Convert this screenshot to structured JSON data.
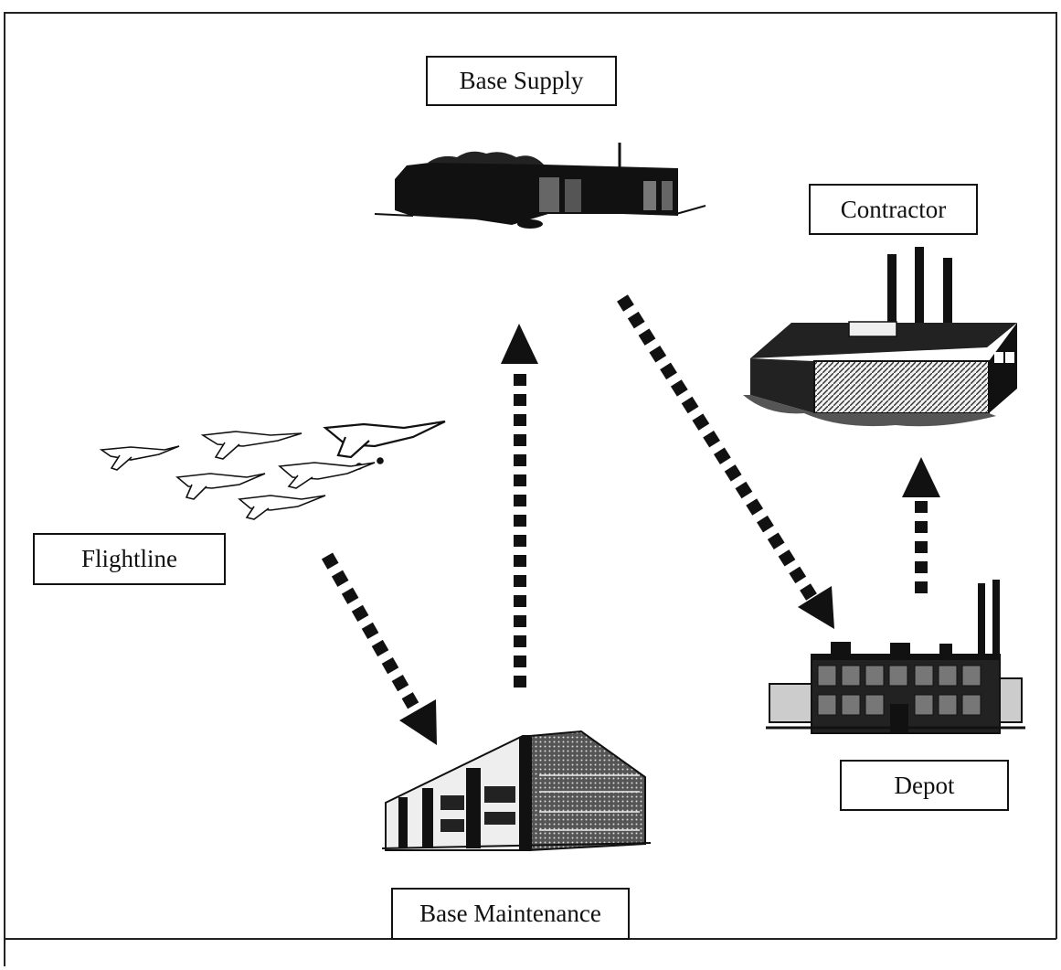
{
  "diagram": {
    "nodes": {
      "base_supply": "Base Supply",
      "contractor": "Contractor",
      "flightline": "Flightline",
      "depot": "Depot",
      "base_maintenance": "Base Maintenance"
    },
    "flows": [
      {
        "from": "Flightline",
        "to": "Base Maintenance"
      },
      {
        "from": "Base Maintenance",
        "to": "Base Supply"
      },
      {
        "from": "Base Supply",
        "to": "Depot"
      },
      {
        "from": "Depot",
        "to": "Contractor"
      }
    ],
    "icons": {
      "base_supply": "warehouse-icon",
      "contractor": "factory-icon",
      "flightline": "fighter-jets-icon",
      "depot": "depot-factory-icon",
      "base_maintenance": "office-building-icon"
    }
  }
}
